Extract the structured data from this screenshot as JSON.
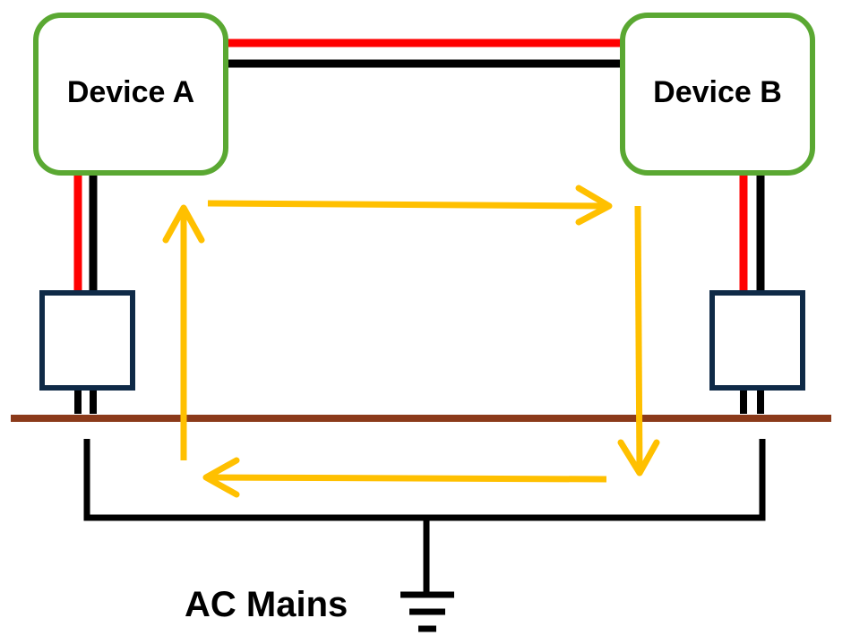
{
  "devices": {
    "a": {
      "label": "Device A"
    },
    "b": {
      "label": "Device B"
    }
  },
  "ground": {
    "label": "AC Mains"
  },
  "colors": {
    "device_border": "#5aa832",
    "wire_red": "#ff0000",
    "wire_black": "#000000",
    "box_border": "#0f2a47",
    "ground_plane": "#8b3a1a",
    "current_arrow": "#ffc000"
  },
  "icons": {
    "ground_symbol": "ground-icon",
    "arrow": "arrow-icon"
  }
}
